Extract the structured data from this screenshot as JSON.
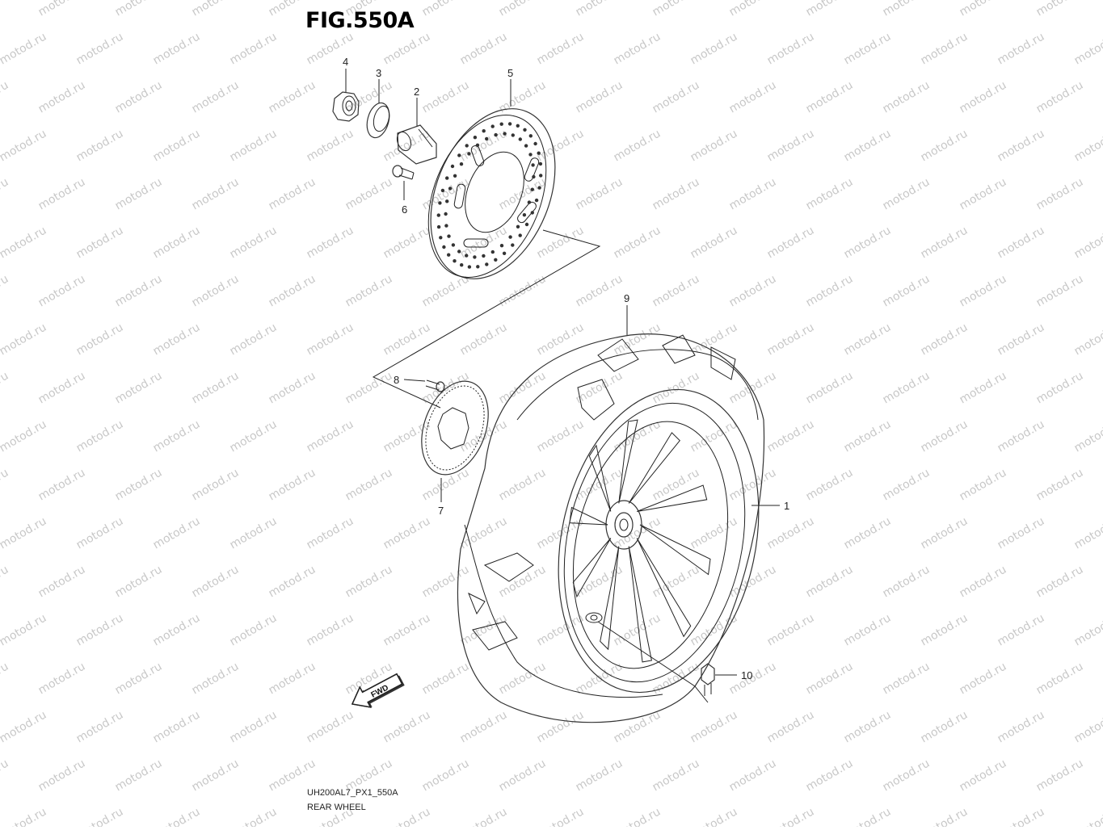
{
  "figure": {
    "title": "FIG.550A",
    "code": "UH200AL7_PX1_550A",
    "name": "REAR WHEEL"
  },
  "watermark": {
    "text": "motod.ru",
    "color": "#c8c8c8"
  },
  "callouts": [
    {
      "id": "4",
      "label": "4"
    },
    {
      "id": "3",
      "label": "3"
    },
    {
      "id": "2",
      "label": "2"
    },
    {
      "id": "5",
      "label": "5"
    },
    {
      "id": "6",
      "label": "6"
    },
    {
      "id": "9",
      "label": "9"
    },
    {
      "id": "8",
      "label": "8"
    },
    {
      "id": "7",
      "label": "7"
    },
    {
      "id": "1",
      "label": "1"
    },
    {
      "id": "10",
      "label": "10"
    }
  ],
  "fwd_arrow": {
    "label": "FWD"
  }
}
